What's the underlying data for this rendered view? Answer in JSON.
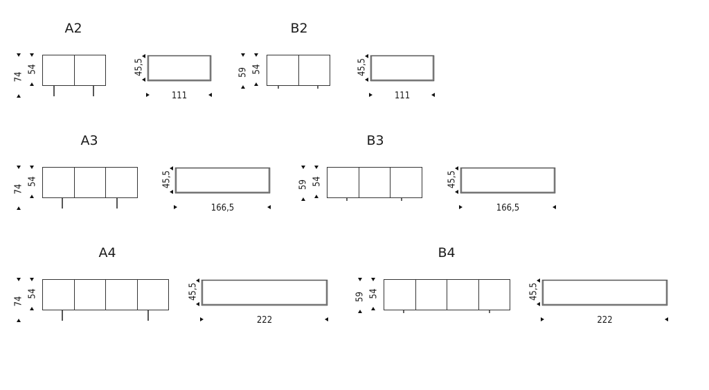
{
  "models": [
    {
      "code": "A2",
      "height": "74",
      "body_height": "54",
      "depth": "45,5",
      "width": "111",
      "modules": 2,
      "base": "legs"
    },
    {
      "code": "B2",
      "height": "59",
      "body_height": "54",
      "depth": "45,5",
      "width": "111",
      "modules": 2,
      "base": "feet"
    },
    {
      "code": "A3",
      "height": "74",
      "body_height": "54",
      "depth": "45,5",
      "width": "166,5",
      "modules": 3,
      "base": "legs"
    },
    {
      "code": "B3",
      "height": "59",
      "body_height": "54",
      "depth": "45,5",
      "width": "166,5",
      "modules": 3,
      "base": "feet"
    },
    {
      "code": "A4",
      "height": "74",
      "body_height": "54",
      "depth": "45,5",
      "width": "222",
      "modules": 4,
      "base": "legs"
    },
    {
      "code": "B4",
      "height": "59",
      "body_height": "54",
      "depth": "45,5",
      "width": "222",
      "modules": 4,
      "base": "feet"
    }
  ]
}
